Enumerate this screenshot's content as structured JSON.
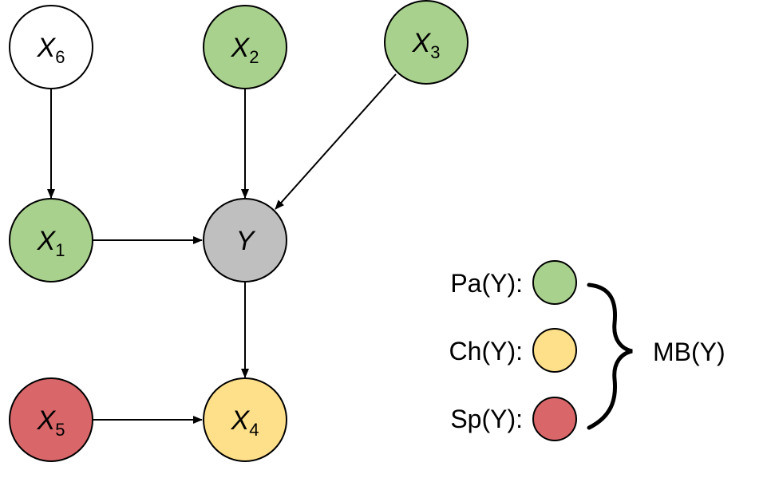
{
  "nodes": {
    "x6": {
      "var": "X",
      "sub": "6",
      "color": "#ffffff"
    },
    "x2": {
      "var": "X",
      "sub": "2",
      "color": "#a9d18e"
    },
    "x3": {
      "var": "X",
      "sub": "3",
      "color": "#a9d18e"
    },
    "x1": {
      "var": "X",
      "sub": "1",
      "color": "#a9d18e"
    },
    "y": {
      "var": "Y",
      "sub": "",
      "color": "#bfbfbf"
    },
    "x5": {
      "var": "X",
      "sub": "5",
      "color": "#d9676a"
    },
    "x4": {
      "var": "X",
      "sub": "4",
      "color": "#ffe08a"
    }
  },
  "legend": {
    "parents": {
      "label": "Pa(Y):",
      "color": "#a9d18e"
    },
    "children": {
      "label": "Ch(Y):",
      "color": "#ffe08a"
    },
    "spouses": {
      "label": "Sp(Y):",
      "color": "#d9676a"
    },
    "blanket_label": "MB(Y)"
  }
}
